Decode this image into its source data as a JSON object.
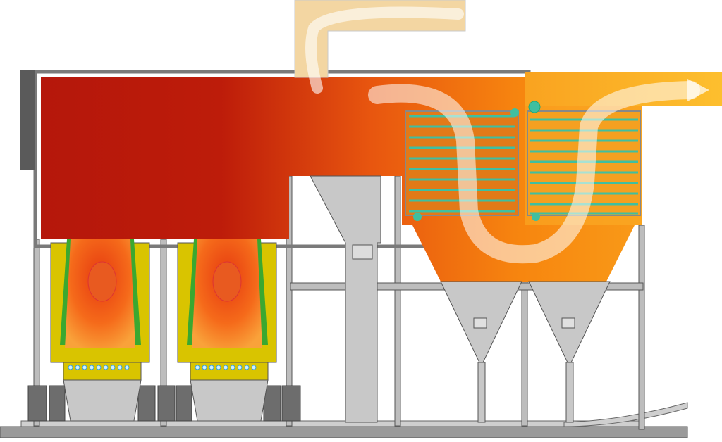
{
  "colors": {
    "hot": "#b5170b",
    "mid": "#e8560f",
    "warm": "#f7860f",
    "exit": "#fbb52c",
    "intake": "#f3d6a2",
    "steel": "#c8c8c8",
    "frame": "#5a5a5a",
    "coil": "#3fbfa0",
    "insulation": "#d9c400",
    "refractory": "#3aa830"
  },
  "icons": [
    "flow-arrow-intake",
    "flow-arrow-u-turn",
    "flow-arrow-exit"
  ]
}
